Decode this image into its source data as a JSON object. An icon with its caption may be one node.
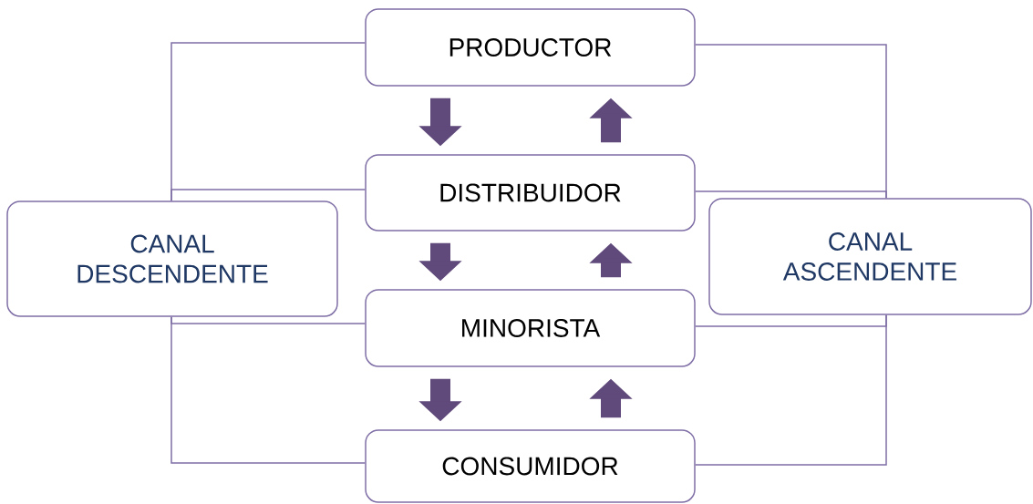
{
  "diagram": {
    "nodes": [
      {
        "text": [
          "PRODUCTOR"
        ]
      },
      {
        "text": [
          "DISTRIBUIDOR"
        ]
      },
      {
        "text": [
          "MINORISTA"
        ]
      },
      {
        "text": [
          "CONSUMIDOR"
        ]
      },
      {
        "text": [
          "CANAL DESCENDENTE"
        ]
      },
      {
        "text": [
          "CANAL ASCENDENTE"
        ]
      }
    ],
    "edges": [
      {
        "from": 0,
        "to": 1,
        "arrow": "to",
        "style": "thick"
      },
      {
        "from": 1,
        "to": 0,
        "arrow": "to",
        "style": "thick"
      },
      {
        "from": 1,
        "to": 2,
        "arrow": "to",
        "style": "thick"
      },
      {
        "from": 2,
        "to": 1,
        "arrow": "to",
        "style": "thick"
      },
      {
        "from": 2,
        "to": 3,
        "arrow": "to",
        "style": "thick"
      },
      {
        "from": 3,
        "to": 2,
        "arrow": "to",
        "style": "thick"
      },
      {
        "from": 0,
        "to": 4,
        "arrow": "none"
      },
      {
        "from": 1,
        "to": 4,
        "arrow": "none"
      },
      {
        "from": 2,
        "to": 4,
        "arrow": "none"
      },
      {
        "from": 3,
        "to": 4,
        "arrow": "none"
      },
      {
        "from": 0,
        "to": 5,
        "arrow": "none"
      },
      {
        "from": 1,
        "to": 5,
        "arrow": "none"
      },
      {
        "from": 2,
        "to": 5,
        "arrow": "none"
      },
      {
        "from": 3,
        "to": 5,
        "arrow": "none"
      }
    ]
  }
}
